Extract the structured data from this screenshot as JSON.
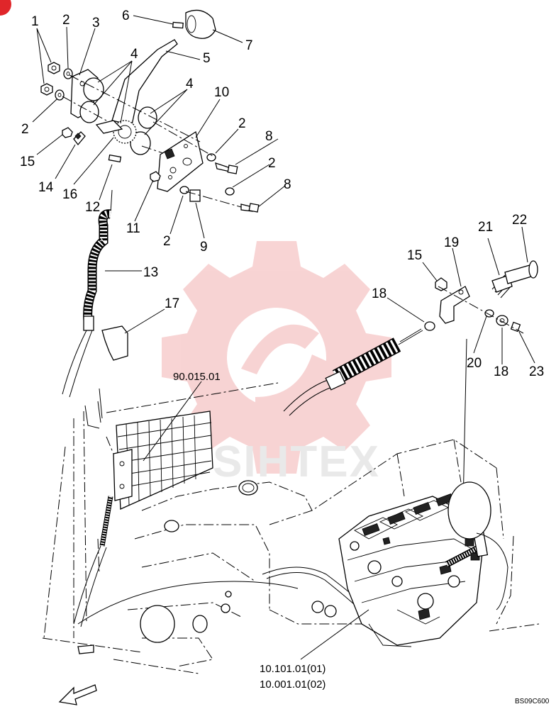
{
  "callouts": [
    {
      "label": "1"
    },
    {
      "label": "2"
    },
    {
      "label": "3"
    },
    {
      "label": "6"
    },
    {
      "label": "7"
    },
    {
      "label": "4"
    },
    {
      "label": "5"
    },
    {
      "label": "2"
    },
    {
      "label": "4"
    },
    {
      "label": "10"
    },
    {
      "label": "15"
    },
    {
      "label": "14"
    },
    {
      "label": "16"
    },
    {
      "label": "2"
    },
    {
      "label": "8"
    },
    {
      "label": "12"
    },
    {
      "label": "2"
    },
    {
      "label": "8"
    },
    {
      "label": "11"
    },
    {
      "label": "2"
    },
    {
      "label": "9"
    },
    {
      "label": "13"
    },
    {
      "label": "15"
    },
    {
      "label": "19"
    },
    {
      "label": "21"
    },
    {
      "label": "22"
    },
    {
      "label": "18"
    },
    {
      "label": "17"
    },
    {
      "label": "20"
    },
    {
      "label": "18"
    },
    {
      "label": "23"
    }
  ],
  "references": {
    "frame": "90.015.01",
    "engine_line1": "10.101.01(01)",
    "engine_line2": "10.001.01(02)"
  },
  "drawing_code": "BS09C600",
  "watermark": {
    "text": "SIHTEX",
    "color": "#f2b0b0"
  }
}
